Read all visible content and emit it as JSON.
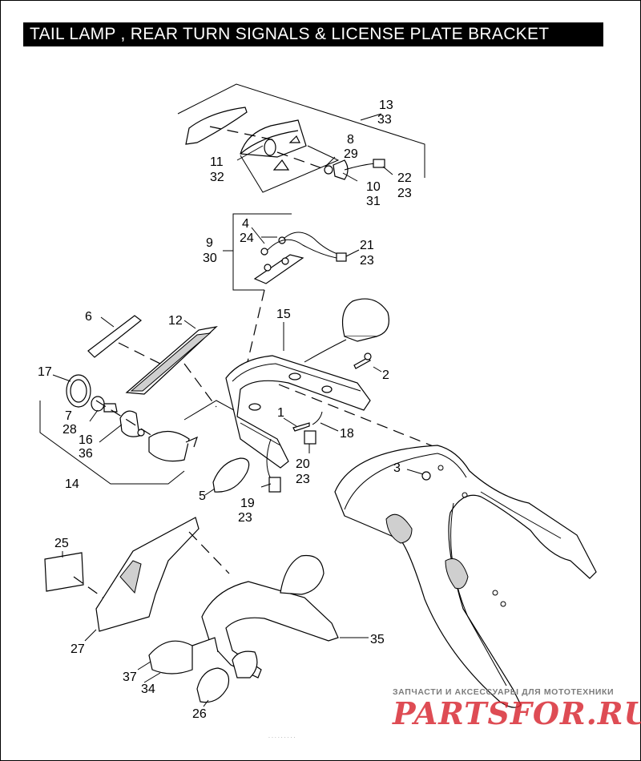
{
  "title": "TAIL LAMP , REAR TURN SIGNALS & LICENSE PLATE BRACKET",
  "callouts": {
    "c13": "13",
    "c33": "33",
    "c8": "8",
    "c29": "29",
    "c11": "11",
    "c32": "32",
    "c22": "22",
    "c23a": "23",
    "c10": "10",
    "c31": "31",
    "c9": "9",
    "c30": "30",
    "c4": "4",
    "c24": "24",
    "c21": "21",
    "c23b": "23",
    "c6": "6",
    "c12": "12",
    "c15": "15",
    "c2": "2",
    "c17": "17",
    "c7": "7",
    "c28": "28",
    "c16": "16",
    "c36": "36",
    "c1": "1",
    "c18": "18",
    "c20": "20",
    "c23c": "23",
    "c14": "14",
    "c5": "5",
    "c19": "19",
    "c23d": "23",
    "c3": "3",
    "c25": "25",
    "c27": "27",
    "c35": "35",
    "c37": "37",
    "c34": "34",
    "c26": "26"
  },
  "watermark": {
    "caption": "ЗАПЧАСТИ И АКСЕССУАРЫ ДЛЯ МОТОТЕХНИКИ",
    "logo": "PARTSFOR.RU",
    "logo_color": "#d7262f"
  },
  "bottom_note": "........."
}
